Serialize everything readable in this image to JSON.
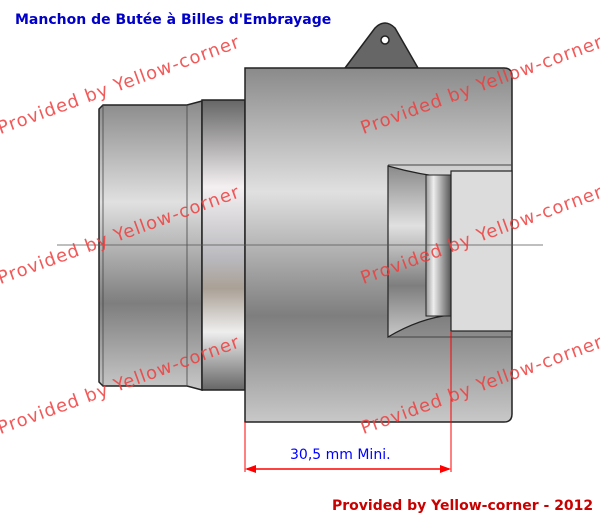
{
  "title": "Manchon de Butée à Billes d'Embrayage",
  "dimension_label": "30,5 mm Mini.",
  "footer": "Provided by Yellow-corner - 2012",
  "watermark": "Provided by Yellow-corner",
  "colors": {
    "title": "#0000c8",
    "footer": "#c80000",
    "dimension_line": "#ff0000",
    "dimension_text": "#0000ff",
    "watermark": "#f03c3c"
  }
}
